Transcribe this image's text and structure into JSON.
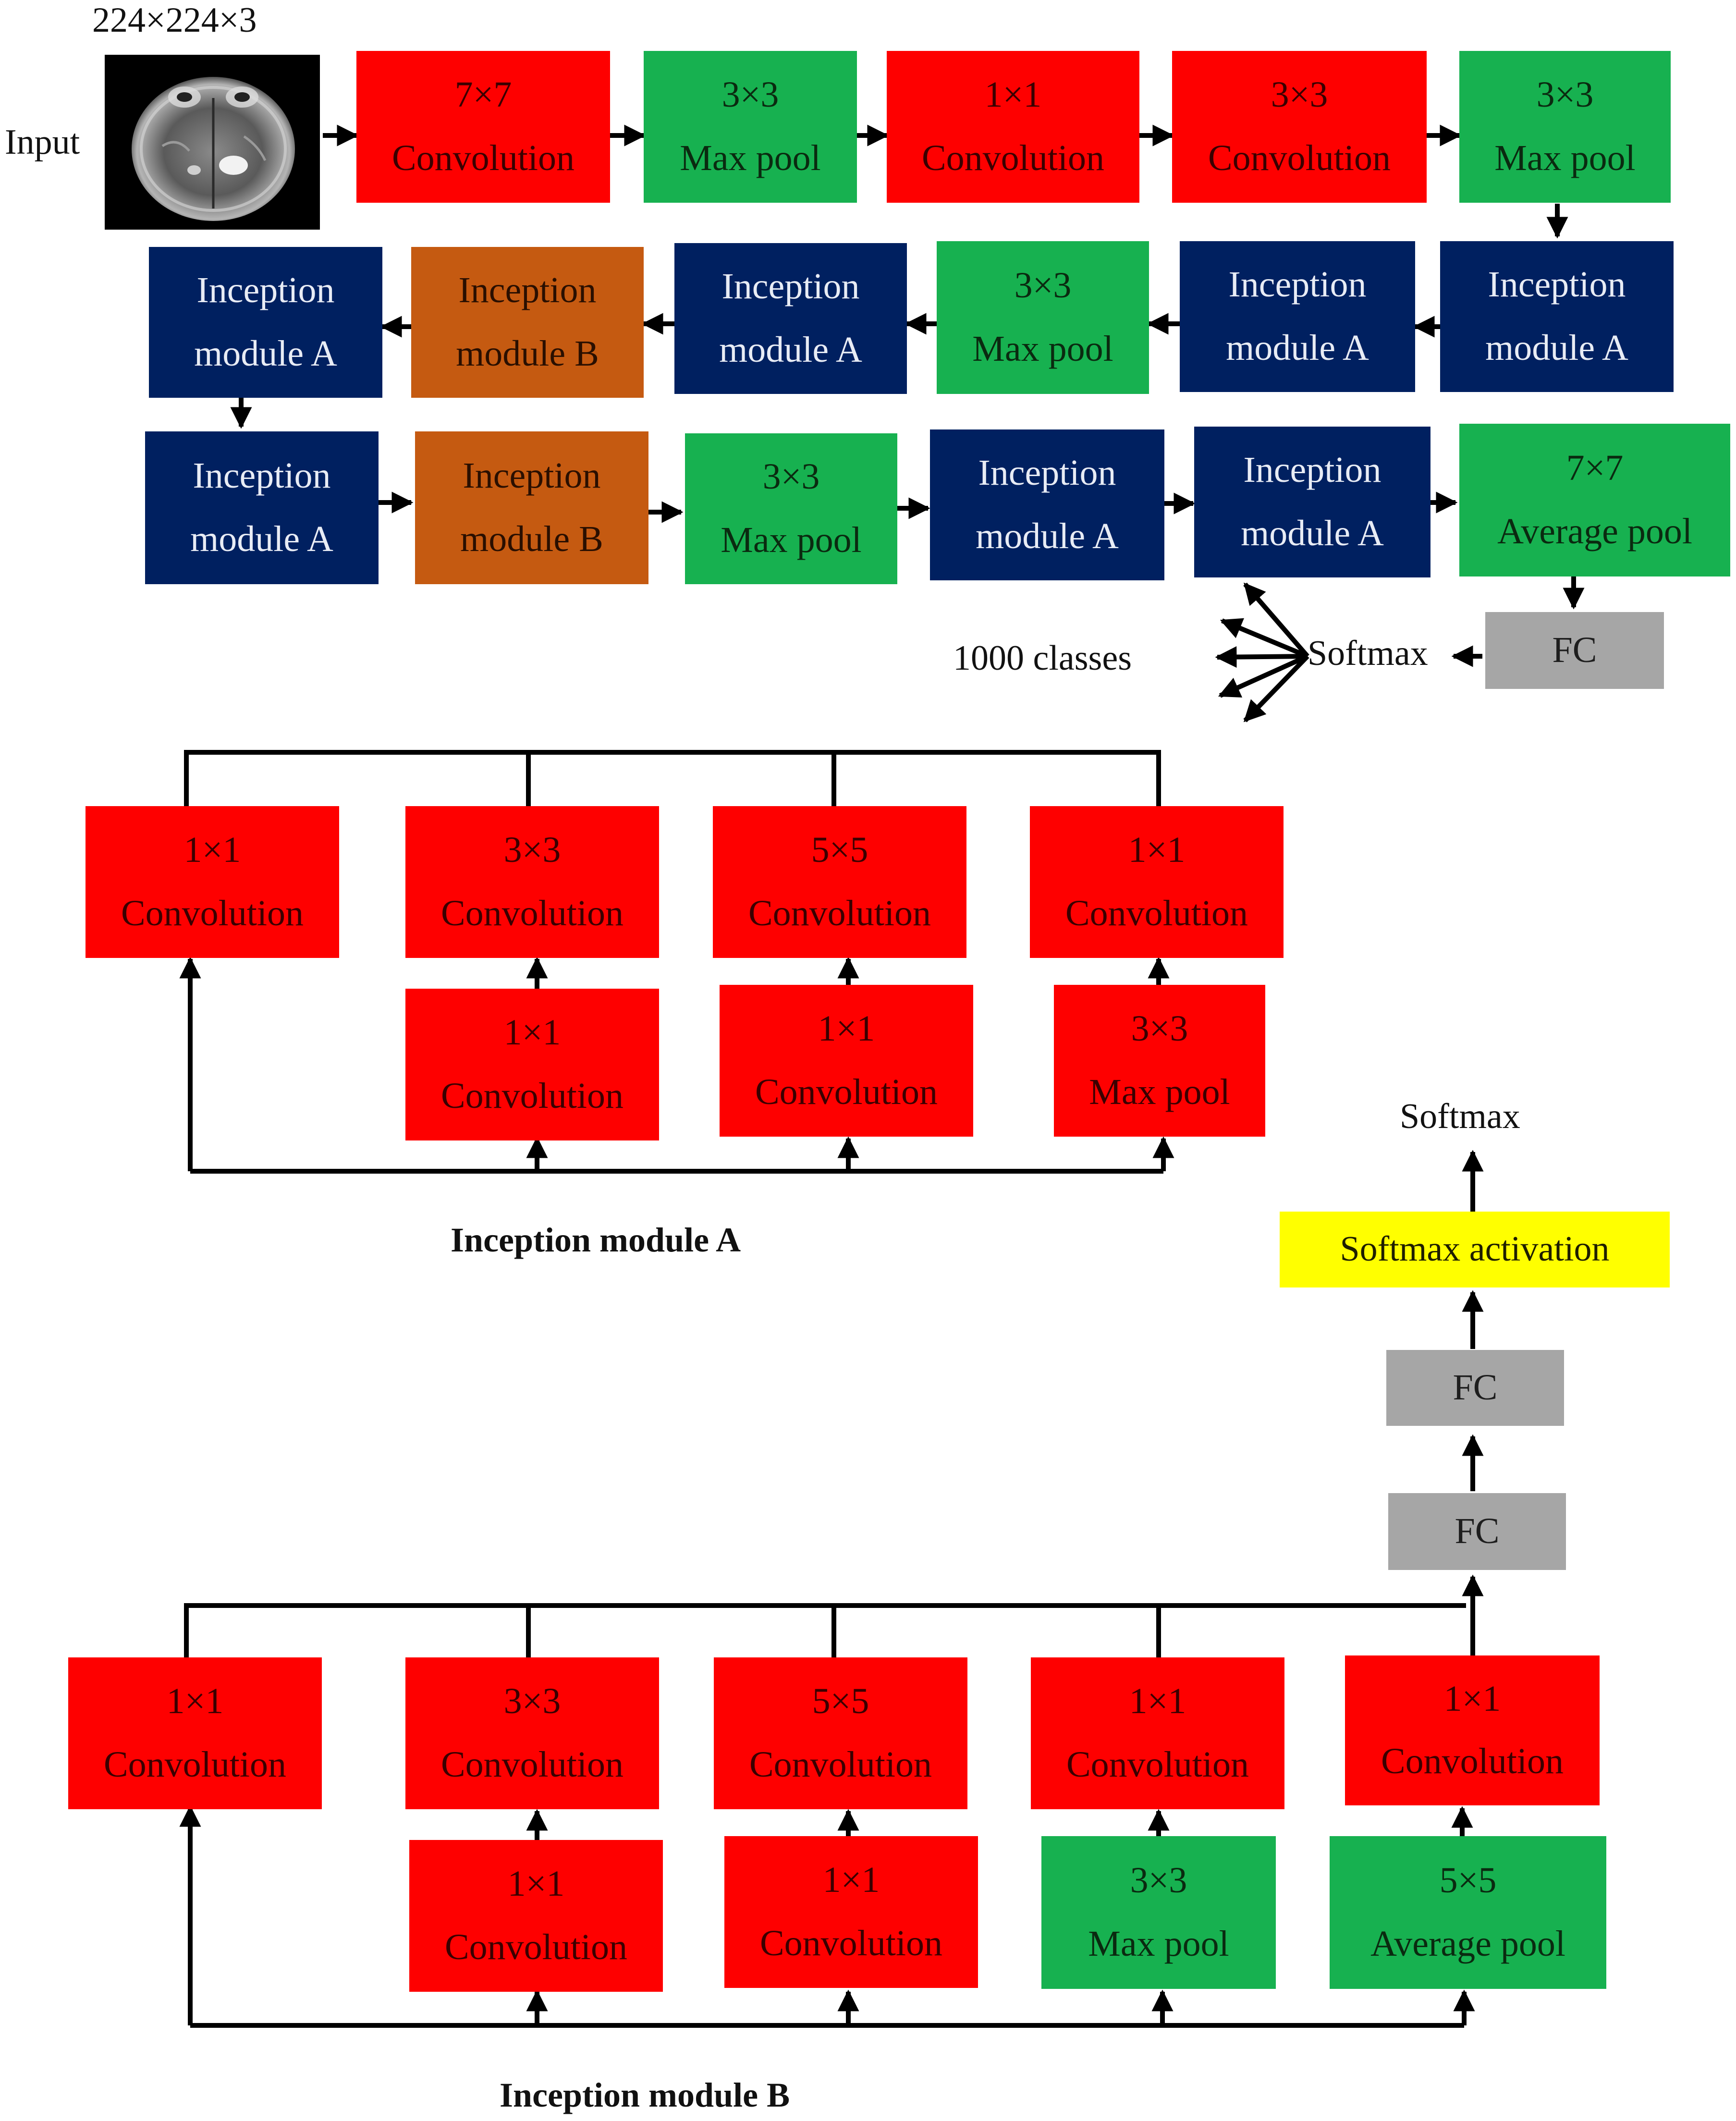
{
  "input": {
    "dims": "224×224×3",
    "label": "Input",
    "image_icon": "mri-brain-scan"
  },
  "main_flow": {
    "row1": [
      {
        "size": "7×7",
        "op": "Convolution",
        "color": "#fe0000"
      },
      {
        "size": "3×3",
        "op": "Max pool",
        "color": "#17b150"
      },
      {
        "size": "1×1",
        "op": "Convolution",
        "color": "#fe0000"
      },
      {
        "size": "3×3",
        "op": "Convolution",
        "color": "#fe0000"
      },
      {
        "size": "3×3",
        "op": "Max pool",
        "color": "#17b150"
      }
    ],
    "row2": [
      {
        "line1": "Inception",
        "line2": "module A",
        "color": "#002060"
      },
      {
        "line1": "Inception",
        "line2": "module B",
        "color": "#c55a11"
      },
      {
        "line1": "Inception",
        "line2": "module A",
        "color": "#002060"
      },
      {
        "line1": "3×3",
        "line2": "Max pool",
        "color": "#17b150"
      },
      {
        "line1": "Inception",
        "line2": "module A",
        "color": "#002060"
      },
      {
        "line1": "Inception",
        "line2": "module A",
        "color": "#002060"
      }
    ],
    "row3": [
      {
        "line1": "Inception",
        "line2": "module A",
        "color": "#002060"
      },
      {
        "line1": "Inception",
        "line2": "module B",
        "color": "#c55a11"
      },
      {
        "line1": "3×3",
        "line2": "Max pool",
        "color": "#17b150"
      },
      {
        "line1": "Inception",
        "line2": "module A",
        "color": "#002060"
      },
      {
        "line1": "Inception",
        "line2": "module A",
        "color": "#002060"
      },
      {
        "line1": "7×7",
        "line2": "Average pool",
        "color": "#17b150"
      }
    ],
    "fc": "FC",
    "softmax": "Softmax",
    "classes": "1000 classes"
  },
  "module_a": {
    "caption": "Inception module A",
    "top": [
      {
        "size": "1×1",
        "op": "Convolution"
      },
      {
        "size": "3×3",
        "op": "Convolution"
      },
      {
        "size": "5×5",
        "op": "Convolution"
      },
      {
        "size": "1×1",
        "op": "Convolution"
      }
    ],
    "bottom": [
      {
        "size": "1×1",
        "op": "Convolution"
      },
      {
        "size": "1×1",
        "op": "Convolution"
      },
      {
        "size": "3×3",
        "op": "Max pool"
      }
    ]
  },
  "module_b": {
    "caption": "Inception module B",
    "top": [
      {
        "size": "1×1",
        "op": "Convolution"
      },
      {
        "size": "3×3",
        "op": "Convolution"
      },
      {
        "size": "5×5",
        "op": "Convolution"
      },
      {
        "size": "1×1",
        "op": "Convolution"
      },
      {
        "size": "1×1",
        "op": "Convolution"
      }
    ],
    "bottom": [
      {
        "size": "1×1",
        "op": "Convolution"
      },
      {
        "size": "1×1",
        "op": "Convolution"
      },
      {
        "size": "3×3",
        "op": "Max pool"
      },
      {
        "size": "5×5",
        "op": "Average pool"
      }
    ]
  },
  "head": {
    "fc1": "FC",
    "fc2": "FC",
    "activation": "Softmax activation",
    "output": "Softmax"
  },
  "colors": {
    "convolution": "#fe0000",
    "pooling": "#17b150",
    "module_a": "#002060",
    "module_b": "#c55a11",
    "fc": "#a6a6a6",
    "activation": "#ffff00",
    "line": "#000000"
  }
}
